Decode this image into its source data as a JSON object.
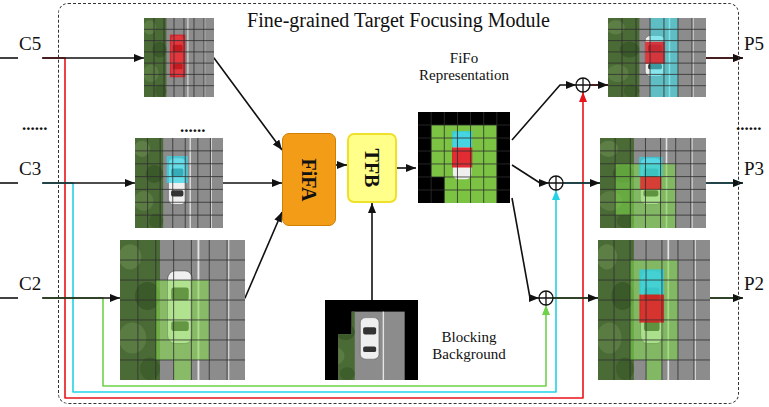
{
  "diagram": {
    "nodes": [
      {
        "text": [
          "Fine-grained Target Focusing Module"
        ]
      },
      {
        "text": [
          "C5"
        ]
      },
      {
        "text": [
          "C3"
        ]
      },
      {
        "text": [
          "C2"
        ]
      },
      {
        "text": [
          "FiFA"
        ],
        "in": 0
      },
      {
        "text": [
          "TFB"
        ],
        "in": 0
      },
      {
        "text": [
          "FiFo Representation"
        ],
        "in": 0
      },
      {
        "text": [
          "Blocking Background"
        ],
        "in": 0
      },
      {
        "text": [
          "P5"
        ]
      },
      {
        "text": [
          "P3"
        ]
      },
      {
        "text": [
          "P2"
        ]
      }
    ],
    "edges": [
      {
        "from": 1,
        "to": 4,
        "arrow": "to"
      },
      {
        "from": 2,
        "to": 4,
        "arrow": "to"
      },
      {
        "from": 3,
        "to": 4,
        "arrow": "to"
      },
      {
        "from": 4,
        "to": 5,
        "arrow": "to"
      },
      {
        "from": 7,
        "to": 5,
        "arrow": "to"
      },
      {
        "from": 5,
        "to": 6,
        "arrow": "to"
      },
      {
        "from": 6,
        "to": 8,
        "arrow": "to"
      },
      {
        "from": 6,
        "to": 9,
        "arrow": "to"
      },
      {
        "from": 6,
        "to": 10,
        "arrow": "to"
      },
      {
        "from": 1,
        "to": 8,
        "arrow": "to"
      },
      {
        "from": 2,
        "to": 9,
        "arrow": "to"
      },
      {
        "from": 3,
        "to": 10,
        "arrow": "to"
      }
    ],
    "labels": [
      "......",
      "......",
      "......"
    ]
  }
}
